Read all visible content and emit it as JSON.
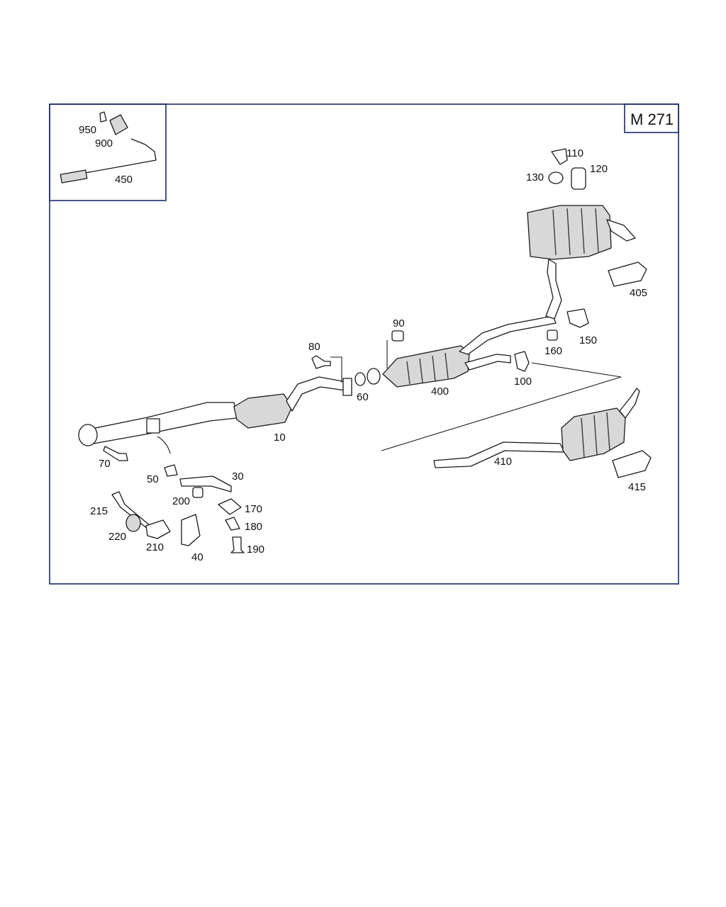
{
  "diagram": {
    "badge": "M 271",
    "callouts": {
      "c10": "10",
      "c30": "30",
      "c40": "40",
      "c50": "50",
      "c60": "60",
      "c70": "70",
      "c80": "80",
      "c90": "90",
      "c100": "100",
      "c110": "110",
      "c120": "120",
      "c130": "130",
      "c150": "150",
      "c160": "160",
      "c170": "170",
      "c180": "180",
      "c190": "190",
      "c200": "200",
      "c210": "210",
      "c215": "215",
      "c220": "220",
      "c400": "400",
      "c405": "405",
      "c410": "410",
      "c415": "415",
      "c450": "450",
      "c900": "900",
      "c950": "950"
    }
  }
}
